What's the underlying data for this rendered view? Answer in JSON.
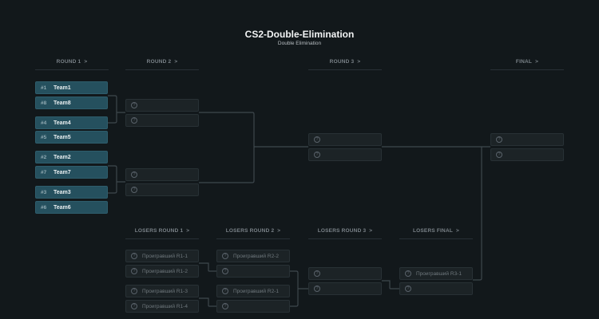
{
  "header": {
    "title": "CS2-Double-Elimination",
    "subtitle": "Double Elimination"
  },
  "winners": {
    "rounds": [
      {
        "label": "ROUND 1",
        "arrow": ">"
      },
      {
        "label": "ROUND 2",
        "arrow": ">"
      },
      {
        "label": "ROUND 3",
        "arrow": ">"
      },
      {
        "label": "FINAL",
        "arrow": ">"
      }
    ],
    "round1_teams": [
      {
        "seed": "#1",
        "name": "Team1"
      },
      {
        "seed": "#8",
        "name": "Team8"
      },
      {
        "seed": "#4",
        "name": "Team4"
      },
      {
        "seed": "#5",
        "name": "Team5"
      },
      {
        "seed": "#2",
        "name": "Team2"
      },
      {
        "seed": "#7",
        "name": "Team7"
      },
      {
        "seed": "#3",
        "name": "Team3"
      },
      {
        "seed": "#6",
        "name": "Team6"
      }
    ],
    "round2_slots": [
      "",
      "",
      "",
      ""
    ],
    "round3_slots": [
      "",
      ""
    ],
    "final_slots": [
      "",
      ""
    ]
  },
  "losers": {
    "rounds": [
      {
        "label": "LOSERS ROUND 1",
        "arrow": ">"
      },
      {
        "label": "LOSERS ROUND 2",
        "arrow": ">"
      },
      {
        "label": "LOSERS ROUND 3",
        "arrow": ">"
      },
      {
        "label": "LOSERS FINAL",
        "arrow": ">"
      }
    ],
    "round1_slots": [
      "Проигравший R1-1",
      "Проигравший R1-2",
      "Проигравший R1-3",
      "Проигравший R1-4"
    ],
    "round2_slots": [
      "Проигравший R2-2",
      "",
      "Проигравший R2-1",
      ""
    ],
    "round3_slots": [
      "",
      ""
    ],
    "final_slots": [
      "Проигравший R3-1",
      ""
    ]
  },
  "icons": {
    "unknown_slot": "question-circle-icon",
    "unknown_glyph": "?"
  }
}
